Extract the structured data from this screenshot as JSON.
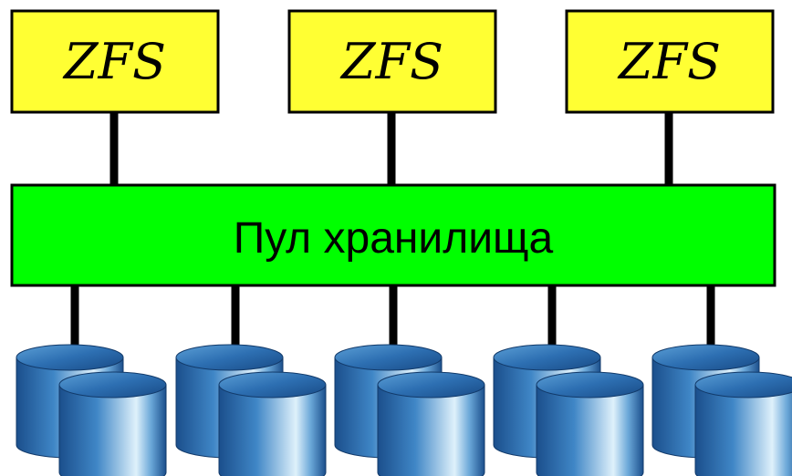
{
  "filesystems": [
    {
      "label": "ZFS"
    },
    {
      "label": "ZFS"
    },
    {
      "label": "ZFS"
    }
  ],
  "pool": {
    "label": "Пул хранилища"
  },
  "disk_groups": [
    {
      "disks": 2
    },
    {
      "disks": 2
    },
    {
      "disks": 2
    },
    {
      "disks": 2
    },
    {
      "disks": 2
    }
  ],
  "colors": {
    "filesystem_fill": "#ffff33",
    "pool_fill": "#00ff00",
    "connector": "#000000",
    "disk_dark": "#1b4f8c",
    "disk_mid": "#3f86c6",
    "disk_light": "#dff1fb"
  }
}
